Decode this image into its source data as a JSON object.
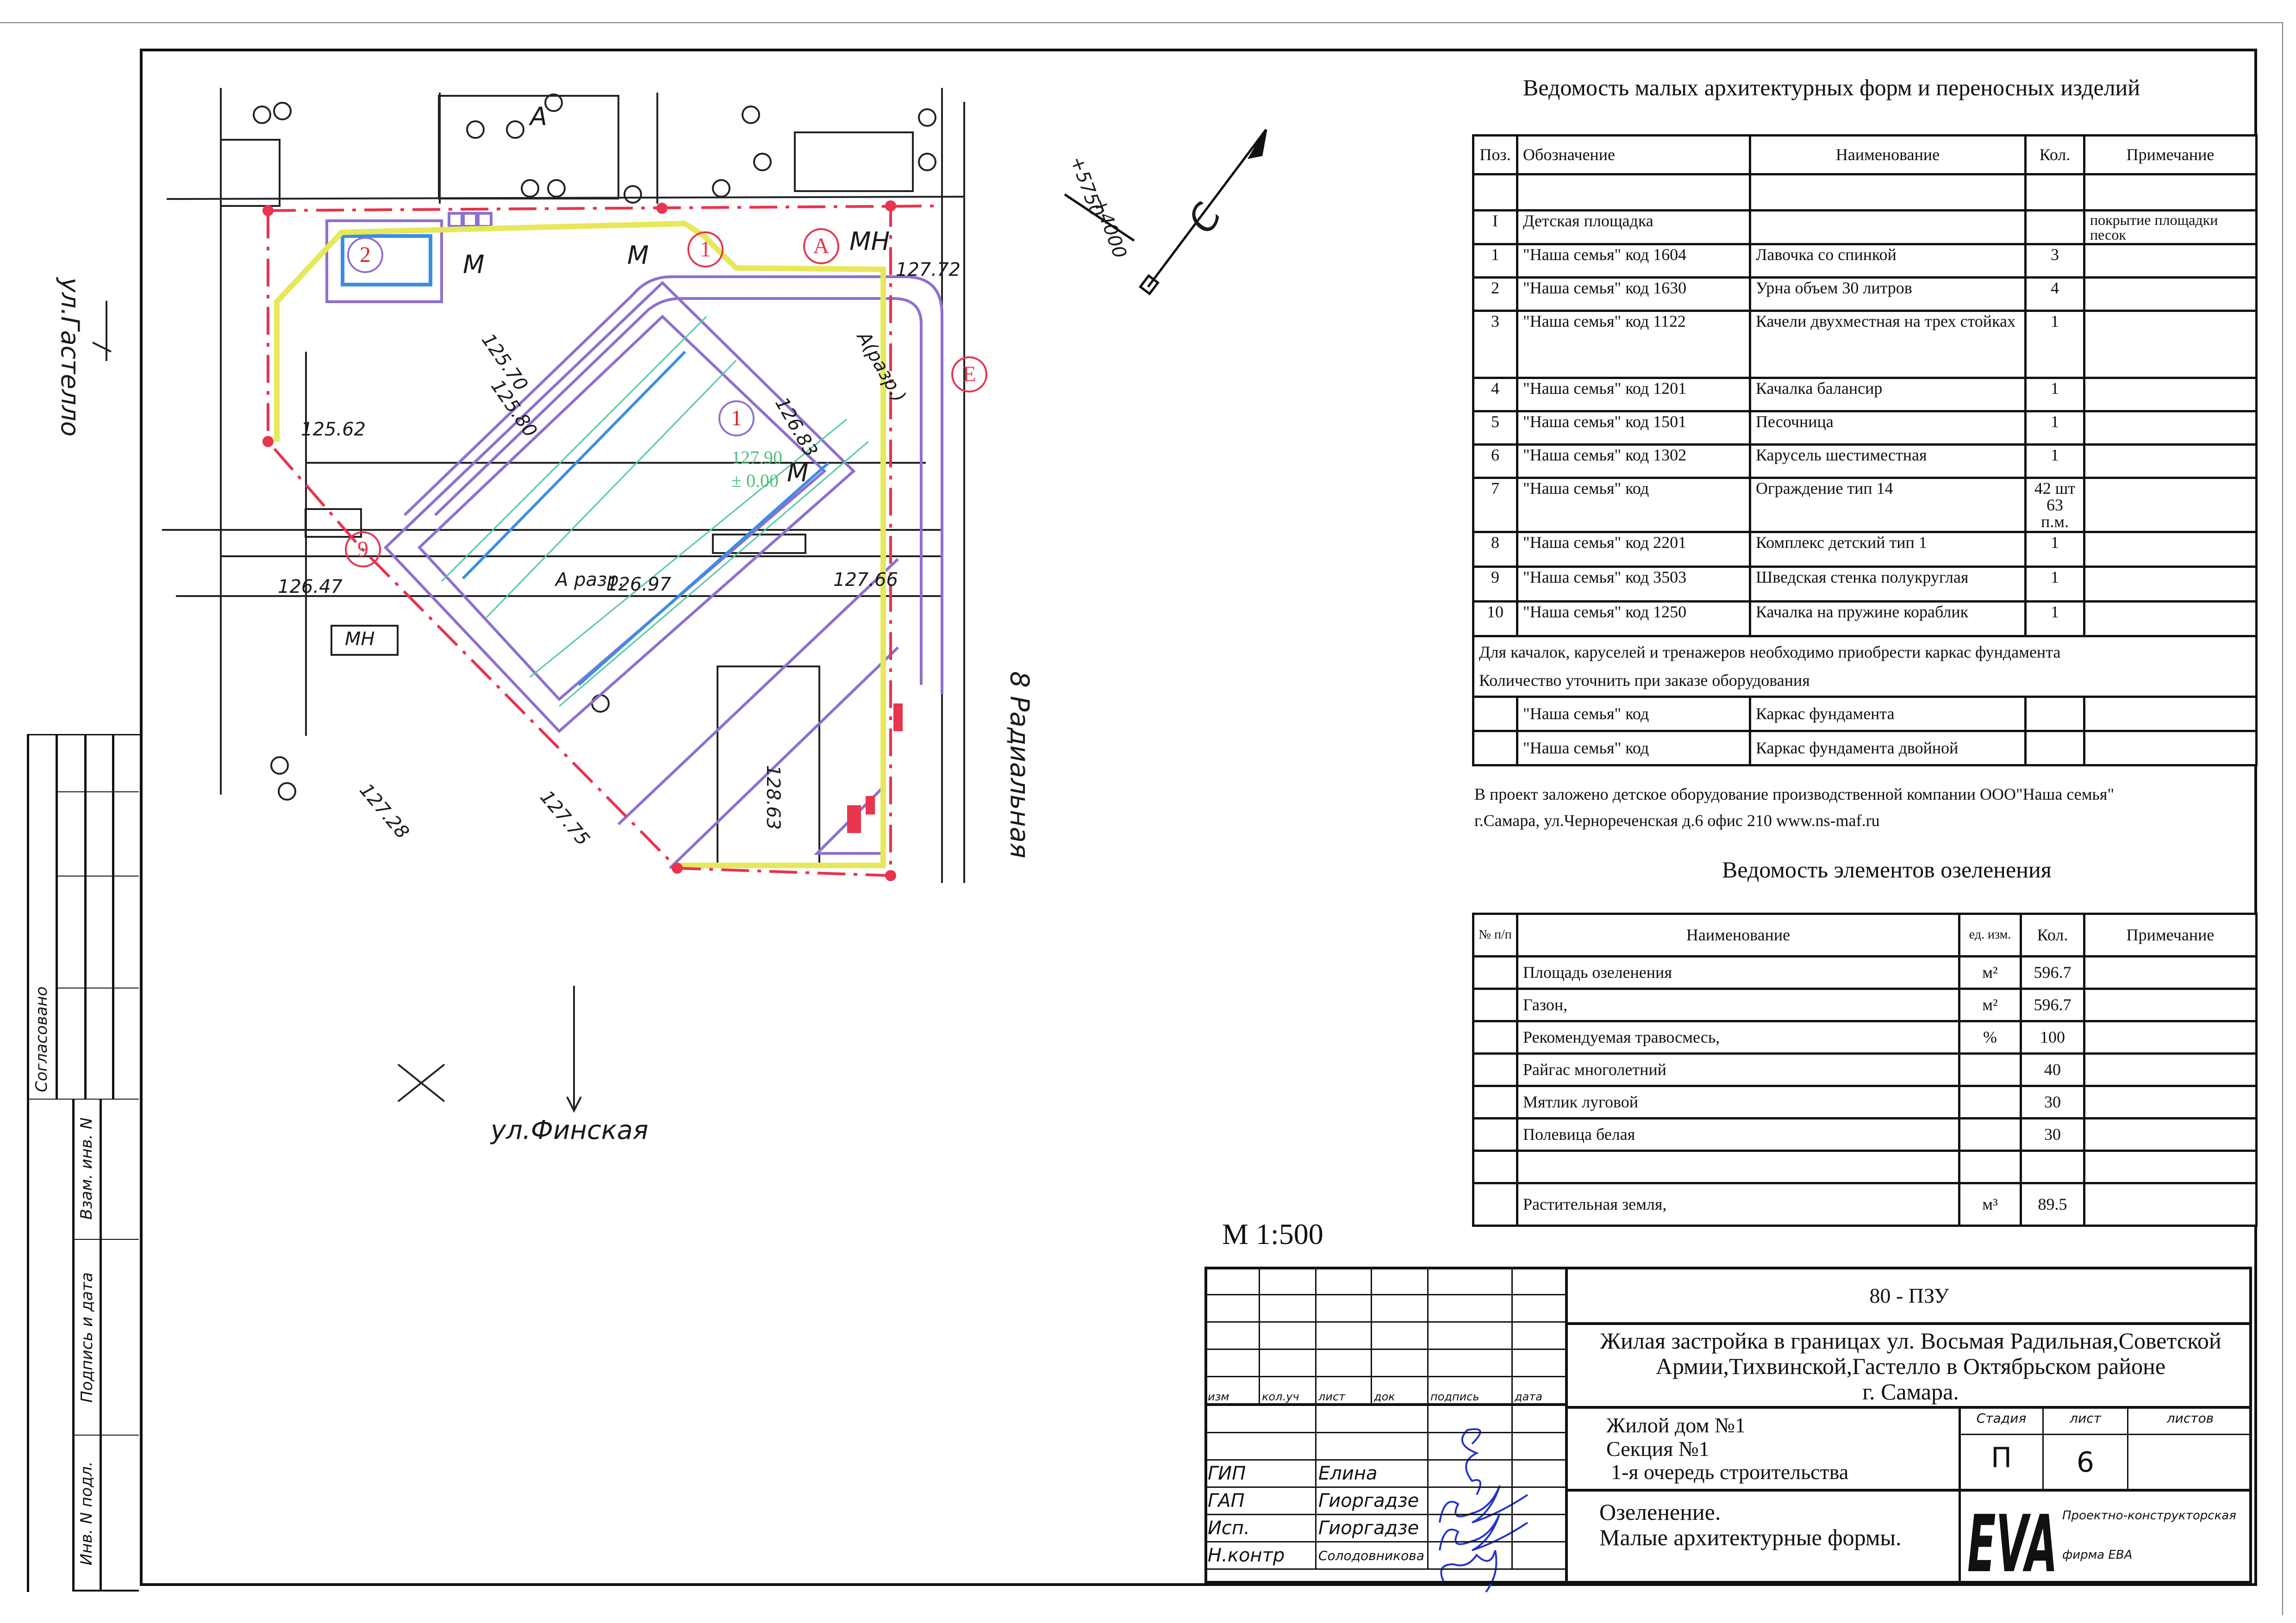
{
  "sheet": {
    "scale": "М 1:500"
  },
  "maf_table": {
    "title": "Ведомость малых архитектурных форм и переносных изделий",
    "headers": [
      "Поз.",
      "Обозначение",
      "Наименование",
      "Кол.",
      "Примечание"
    ],
    "rows": [
      {
        "pos": "",
        "code": "",
        "name": "",
        "qty": "",
        "note": ""
      },
      {
        "pos": "I",
        "code": "Детская площадка",
        "name": "",
        "qty": "",
        "note": "покрытие площадки песок"
      },
      {
        "pos": "1",
        "code": "\"Наша семья\" код 1604",
        "name": "Лавочка со спинкой",
        "qty": "3",
        "note": ""
      },
      {
        "pos": "2",
        "code": "\"Наша семья\" код 1630",
        "name": "Урна объем 30 литров",
        "qty": "4",
        "note": ""
      },
      {
        "pos": "3",
        "code": "\"Наша семья\" код 1122",
        "name": "Качели двухместная на трех стойках",
        "qty": "1",
        "note": ""
      },
      {
        "pos": "4",
        "code": "\"Наша семья\" код 1201",
        "name": "Качалка балансир",
        "qty": "1",
        "note": ""
      },
      {
        "pos": "5",
        "code": "\"Наша семья\" код 1501",
        "name": "Песочница",
        "qty": "1",
        "note": ""
      },
      {
        "pos": "6",
        "code": "\"Наша семья\" код 1302",
        "name": "Карусель шестиместная",
        "qty": "1",
        "note": ""
      },
      {
        "pos": "7",
        "code": "\"Наша семья\" код",
        "name": "Ограждение тип 14",
        "qty": "42 шт 63 п.м.",
        "note": ""
      },
      {
        "pos": "8",
        "code": "\"Наша семья\" код 2201",
        "name": "Комплекс детский тип 1",
        "qty": "1",
        "note": ""
      },
      {
        "pos": "9",
        "code": "\"Наша семья\" код 3503",
        "name": "Шведская стенка полукруглая",
        "qty": "1",
        "note": ""
      },
      {
        "pos": "10",
        "code": "\"Наша семья\" код 1250",
        "name": "Качалка на пружине кораблик",
        "qty": "1",
        "note": ""
      }
    ],
    "remark_lines": [
      "Для качалок, каруселей и тренажеров необходимо приобрести каркас фундамента",
      "Количество уточнить при заказе оборудования"
    ],
    "extra_rows": [
      {
        "pos": "",
        "code": "\"Наша семья\" код",
        "name": "Каркас фундамента",
        "qty": "",
        "note": ""
      },
      {
        "pos": "",
        "code": "\"Наша семья\" код",
        "name": "Каркас фундамента двойной",
        "qty": "",
        "note": ""
      }
    ],
    "footnote_lines": [
      "В проект заложено детское оборудование производственной компании ООО\"Наша семья\"",
      "г.Самара, ул.Чернореченская д.6 офис 210 www.ns-maf.ru"
    ]
  },
  "green_table": {
    "title": "Ведомость элементов озеленения",
    "headers": [
      "№ п/п",
      "Наименование",
      "ед. изм.",
      "Кол.",
      "Примечание"
    ],
    "rows": [
      {
        "no": "",
        "name": "Площадь озеленения",
        "unit": "м²",
        "qty": "596.7",
        "note": ""
      },
      {
        "no": "",
        "name": "Газон,",
        "unit": "м²",
        "qty": "596.7",
        "note": ""
      },
      {
        "no": "",
        "name": "Рекомендуемая травосмесь,",
        "unit": "%",
        "qty": "100",
        "note": ""
      },
      {
        "no": "",
        "name": "Райгас многолетний",
        "unit": "",
        "qty": "40",
        "note": ""
      },
      {
        "no": "",
        "name": "Мятлик луговой",
        "unit": "",
        "qty": "30",
        "note": ""
      },
      {
        "no": "",
        "name": "Полевица белая",
        "unit": "",
        "qty": "30",
        "note": ""
      },
      {
        "no": "",
        "name": "",
        "unit": "",
        "qty": "",
        "note": ""
      },
      {
        "no": "",
        "name": "Растительная земля,",
        "unit": "м³",
        "qty": "89.5",
        "note": ""
      }
    ]
  },
  "title_block": {
    "code": "80 - ПЗУ",
    "project_lines": [
      "Жилая застройка в границах ул. Восьмая Радильная,Советской",
      "Армии,Тихвинской,Гастелло в Октябрьском районе",
      "г. Самара."
    ],
    "object_lines": [
      "Жилой дом №1",
      "Секция №1",
      "1-я очередь строительства"
    ],
    "sheet_title_lines": [
      "Озеленение.",
      "Малые архитектурные формы."
    ],
    "col_labels": [
      "изм",
      "кол.уч",
      "лист",
      "док",
      "подпись",
      "дата"
    ],
    "stage_labels": [
      "Стадия",
      "лист",
      "листов"
    ],
    "stage": "П",
    "sheet_no": "6",
    "sheets_total": "",
    "people": [
      {
        "role": "ГИП",
        "name": "Елина"
      },
      {
        "role": "ГАП",
        "name": "Гиоргадзе"
      },
      {
        "role": "Исп.",
        "name": "Гиоргадзе"
      },
      {
        "role": "Н.контр",
        "name": "Солодовникова"
      }
    ],
    "logo_text": "EVA",
    "company_lines": [
      "Проектно-конструкторская",
      "фирма ЕВА"
    ]
  },
  "side_stamp": {
    "agreed": "Согласовано",
    "fields": [
      "Взам. инв. N",
      "Подпись и дата",
      "Инв. N подл."
    ]
  },
  "map": {
    "streets": [
      "ул.Гастелло",
      "ул.Финская",
      "8 Радиальная"
    ],
    "zone_labels": [
      "М",
      "М",
      "М",
      "МН",
      "А",
      "МН",
      "А разр.",
      "А(разр.)"
    ],
    "elevations": [
      "125.62",
      "125.70",
      "125.80",
      "126.83",
      "127.72",
      "126.47",
      "126.97",
      "127.66",
      "127.28",
      "127.75",
      "128.63"
    ],
    "markers": [
      "1",
      "А",
      "Е",
      "9",
      "1",
      "2"
    ],
    "floor_level": [
      "127.90",
      "± 0.00"
    ],
    "north_letter": "С",
    "north_marks": [
      "+5750",
      "+4000"
    ]
  },
  "colors": {
    "boundary": "#e8344e",
    "building": "#8e6fd0",
    "path": "#e6e85a",
    "blue": "#3a8ee6",
    "green": "#4fbf7a"
  }
}
